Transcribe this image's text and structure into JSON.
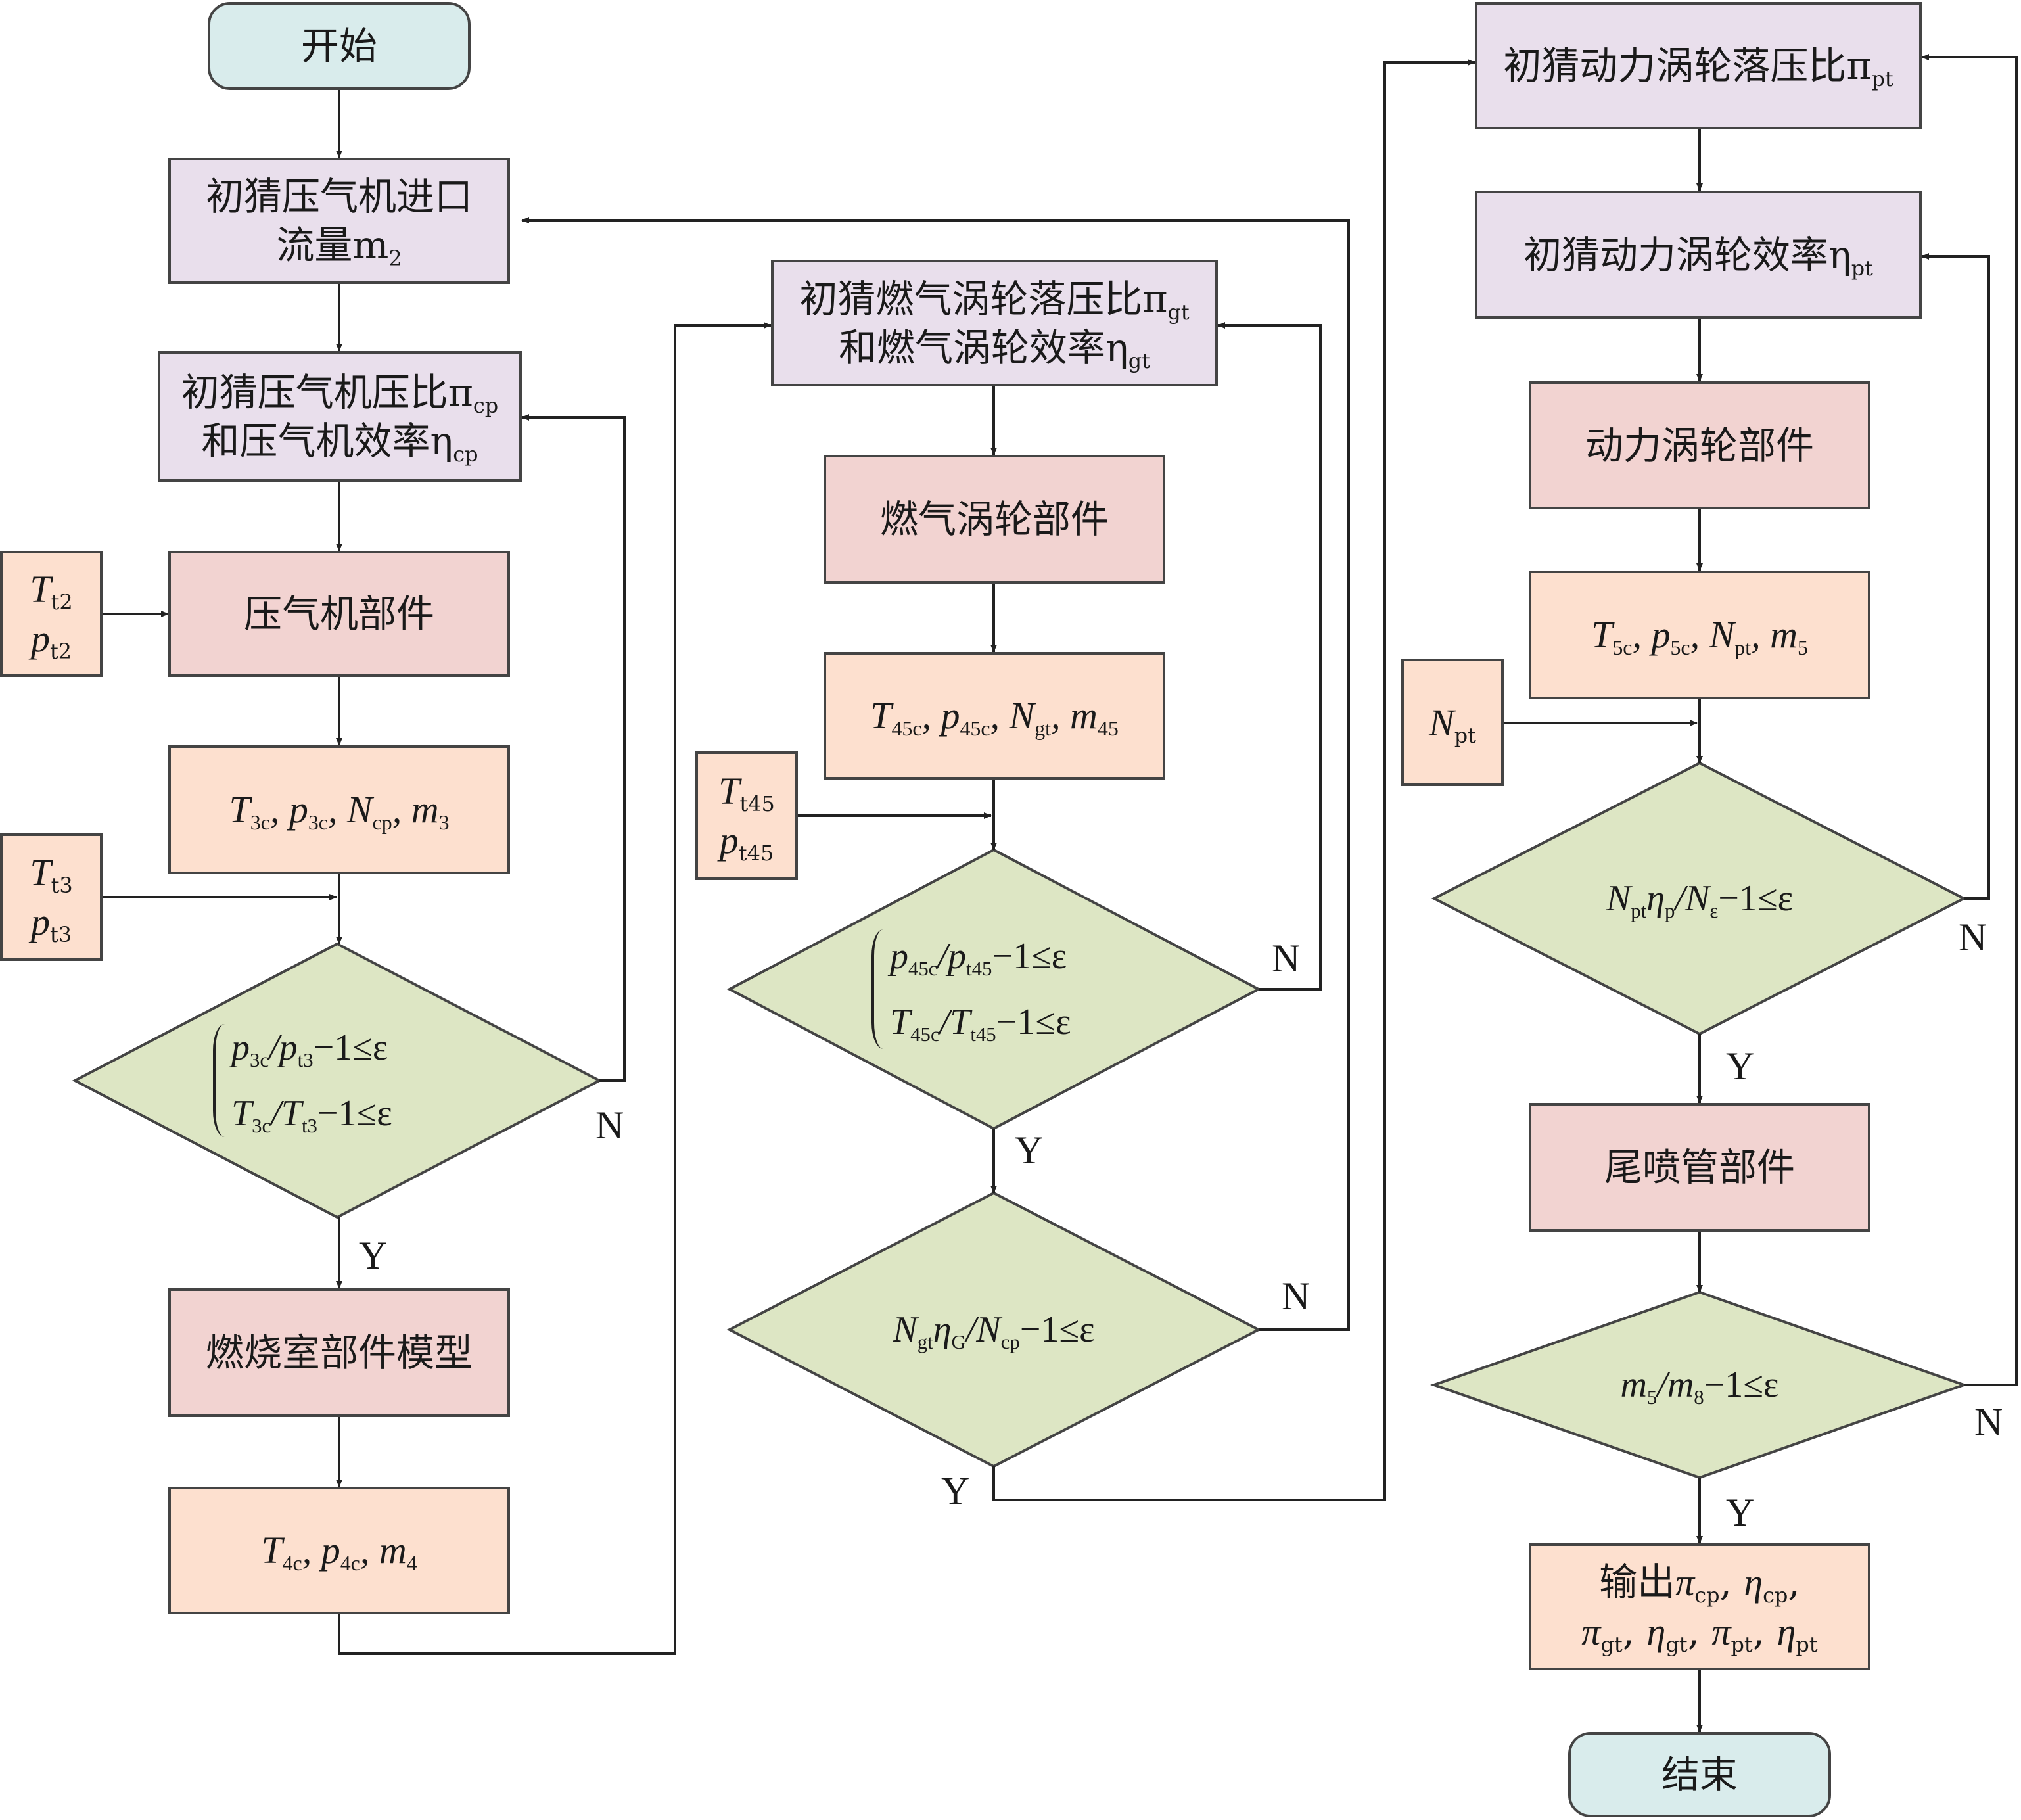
{
  "colors": {
    "terminal": "#d9ecec",
    "guess": "#e9dfec",
    "component": "#f2d3d1",
    "output": "#fde0cf",
    "input": "#fde0cf",
    "decision": "#dde6c4",
    "line": "#222222"
  },
  "nodes": {
    "start": {
      "text": "开始"
    },
    "guess_m2": {
      "line1": "初猜压气机进口",
      "line2": "流量m",
      "line2_sub": "2"
    },
    "guess_cp": {
      "line1": "初猜压气机压比π",
      "line1_sub": "cp",
      "line2": "和压气机效率η",
      "line2_sub": "cp"
    },
    "compressor": {
      "text": "压气机部件"
    },
    "out_cp": {
      "T": "T",
      "T_sub": "3c",
      "p": "p",
      "p_sub": "3c",
      "N": "N",
      "N_sub": "cp",
      "m": "m",
      "m_sub": "3"
    },
    "in_t2": {
      "T": "T",
      "T_sub": "t2",
      "p": "p",
      "p_sub": "t2"
    },
    "in_t3": {
      "T": "T",
      "T_sub": "t3",
      "p": "p",
      "p_sub": "t3"
    },
    "dec_cp": {
      "l1_a": "p",
      "l1_a_sub": "3c",
      "l1_b": "/p",
      "l1_b_sub": "t3",
      "l1_c": "−1≤ε",
      "l2_a": "T",
      "l2_a_sub": "3c",
      "l2_b": "/T",
      "l2_b_sub": "t3",
      "l2_c": "−1≤ε"
    },
    "combustor": {
      "text": "燃烧室部件模型"
    },
    "out_cb": {
      "T": "T",
      "T_sub": "4c",
      "p": "p",
      "p_sub": "4c",
      "m": "m",
      "m_sub": "4"
    },
    "guess_gt": {
      "line1": "初猜燃气涡轮落压比π",
      "line1_sub": "gt",
      "line2": "和燃气涡轮效率η",
      "line2_sub": "gt"
    },
    "gas_turbine": {
      "text": "燃气涡轮部件"
    },
    "out_gt": {
      "T": "T",
      "T_sub": "45c",
      "p": "p",
      "p_sub": "45c",
      "N": "N",
      "N_sub": "gt",
      "m": "m",
      "m_sub": "45"
    },
    "in_t45": {
      "T": "T",
      "T_sub": "t45",
      "p": "p",
      "p_sub": "t45"
    },
    "dec_gt1": {
      "l1_a": "p",
      "l1_a_sub": "45c",
      "l1_b": "/p",
      "l1_b_sub": "t45",
      "l1_c": "−1≤ε",
      "l2_a": "T",
      "l2_a_sub": "45c",
      "l2_b": "/T",
      "l2_b_sub": "t45",
      "l2_c": "−1≤ε"
    },
    "dec_gt2": {
      "a": "N",
      "a_sub": "gt",
      "b": "η",
      "b_sub": "G",
      "c": "/N",
      "c_sub": "cp",
      "d": "−1≤ε"
    },
    "guess_pt_ratio": {
      "text": "初猜动力涡轮落压比π",
      "sub": "pt"
    },
    "guess_pt_eff": {
      "text": "初猜动力涡轮效率η",
      "sub": "pt"
    },
    "power_turbine": {
      "text": "动力涡轮部件"
    },
    "out_pt": {
      "T": "T",
      "T_sub": "5c",
      "p": "p",
      "p_sub": "5c",
      "N": "N",
      "N_sub": "pt",
      "m": "m",
      "m_sub": "5"
    },
    "in_npt": {
      "N": "N",
      "N_sub": "pt"
    },
    "dec_pt": {
      "a": "N",
      "a_sub": "pt",
      "b": "η",
      "b_sub": "p",
      "c": "/N",
      "c_sub": "ε",
      "d": "−1≤ε"
    },
    "nozzle": {
      "text": "尾喷管部件"
    },
    "dec_noz": {
      "a": "m",
      "a_sub": "5",
      "b": "/m",
      "b_sub": "8",
      "c": "−1≤ε"
    },
    "output": {
      "l1_pre": "输出",
      "l1_a": "π",
      "l1_a_sub": "cp",
      "l1_b": "η",
      "l1_b_sub": "cp",
      "l2_a": "π",
      "l2_a_sub": "gt",
      "l2_b": "η",
      "l2_b_sub": "gt",
      "l2_c": "π",
      "l2_c_sub": "pt",
      "l2_d": "η",
      "l2_d_sub": "pt"
    },
    "end": {
      "text": "结束"
    }
  },
  "labels": {
    "yes": "Y",
    "no": "N"
  }
}
